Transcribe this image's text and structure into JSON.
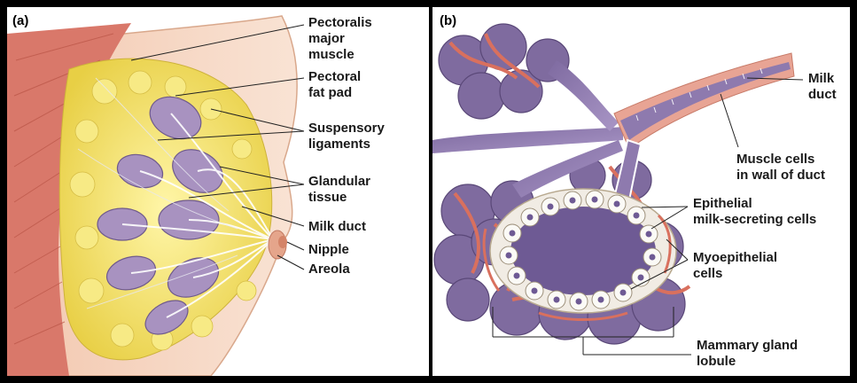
{
  "panel_a": {
    "tag": "(a)",
    "labels": {
      "pectoralis_1": "Pectoralis",
      "pectoralis_2": "major",
      "pectoralis_3": "muscle",
      "fatpad_1": "Pectoral",
      "fatpad_2": "fat pad",
      "suspensory_1": "Suspensory",
      "suspensory_2": "ligaments",
      "glandular_1": "Glandular",
      "glandular_2": "tissue",
      "milk_duct": "Milk duct",
      "nipple": "Nipple",
      "areola": "Areola"
    }
  },
  "panel_b": {
    "tag": "(b)",
    "labels": {
      "milkduct_1": "Milk",
      "milkduct_2": "duct",
      "muscle_1": "Muscle cells",
      "muscle_2": "in wall of duct",
      "epithelial_1": "Epithelial",
      "epithelial_2": "milk-secreting cells",
      "myo_1": "Myoepithelial",
      "myo_2": "cells",
      "lobule_1": "Mammary gland",
      "lobule_2": "lobule"
    }
  },
  "colors": {
    "muscle": "#d9786a",
    "fat": "#f2e36a",
    "gland": "#a892c0",
    "skin": "#f7dcc9",
    "vessel": "#d9705e",
    "duct_wall": "#8e7aae"
  }
}
